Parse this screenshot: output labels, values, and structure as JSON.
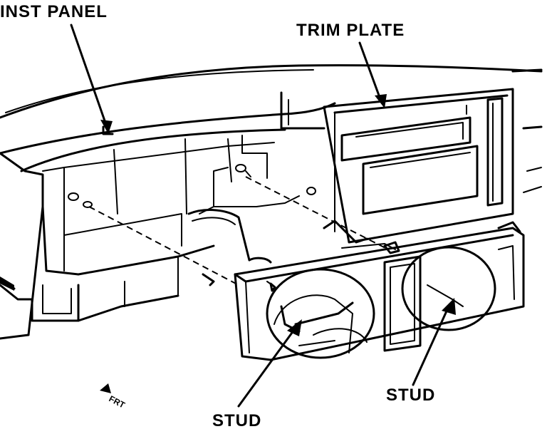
{
  "labels": {
    "inst_panel": "INST PANEL",
    "trim_plate": "TRIM PLATE",
    "stud_left": "STUD",
    "stud_right": "STUD",
    "front_marker": "FRT"
  },
  "colors": {
    "ink": "#000000",
    "paper": "#ffffff"
  }
}
